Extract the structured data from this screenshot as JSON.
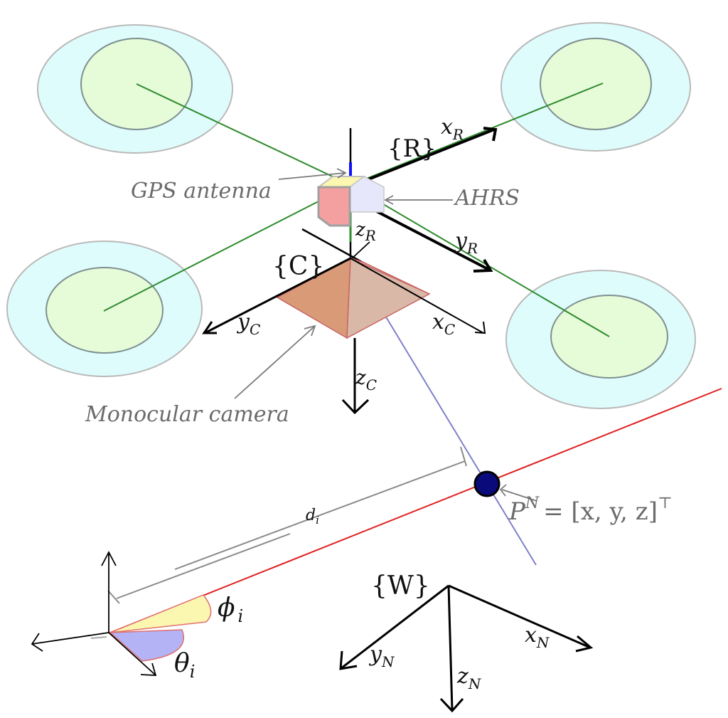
{
  "colors": {
    "rotor_outer": "#dffcfc",
    "rotor_inner": "#e6fbd8",
    "arm": "#2e8b2e",
    "axis": "#000000",
    "ray_blue": "#8080cc",
    "line_red": "#e02020",
    "camera_face": "#d98a6a",
    "gps_box_red": "#f4a0a0",
    "gps_box_yellow": "#fbf7b0",
    "ahrs_box": "#e7e7fb",
    "point_fill": "#0a0a7a",
    "phi_wedge": "#fbf7b0",
    "theta_wedge": "#b3b3f5",
    "annotation_gray": "#7a7a7a"
  },
  "frames": {
    "robot": {
      "label": "{R}",
      "x_main": "x",
      "x_sub": "R",
      "y_main": "y",
      "y_sub": "R",
      "z_main": "z",
      "z_sub": "R"
    },
    "camera": {
      "label": "{C}",
      "x_main": "x",
      "x_sub": "C",
      "y_main": "y",
      "y_sub": "C",
      "z_main": "z",
      "z_sub": "C"
    },
    "world": {
      "label": "{W}",
      "x_main": "x",
      "x_sub": "N",
      "y_main": "y",
      "y_sub": "N",
      "z_main": "z",
      "z_sub": "N"
    }
  },
  "annotations": {
    "gps": "GPS antenna",
    "ahrs": "AHRS",
    "camera": "Monocular camera",
    "point_main": "P",
    "point_sup": "N",
    "point_rest": "= [x, y, z]",
    "point_sup2": "⊤"
  },
  "measure": {
    "distance_main": "d",
    "distance_sub": "i",
    "phi_main": "ϕ",
    "phi_sub": "i",
    "theta_main": "θ",
    "theta_sub": "i"
  },
  "icons": {
    "rotor": "rotor-disc-icon",
    "camera": "pyramid-camera-icon",
    "point": "target-point-icon"
  }
}
